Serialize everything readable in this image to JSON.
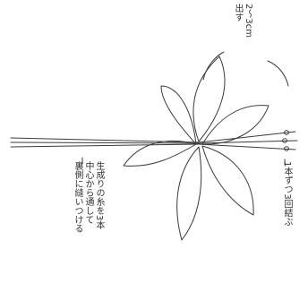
{
  "labels": {
    "top_line1": "2〜3cm",
    "top_line2": "出す",
    "right": "1本ずつ3回結ぶ",
    "bottom_line1": "生成りの糸を3本",
    "bottom_line2": "中心から通して",
    "bottom_line3": "裏側に縫いつける"
  },
  "colors": {
    "line": "#3a3a3a",
    "text": "#333333",
    "background": "#ffffff"
  }
}
